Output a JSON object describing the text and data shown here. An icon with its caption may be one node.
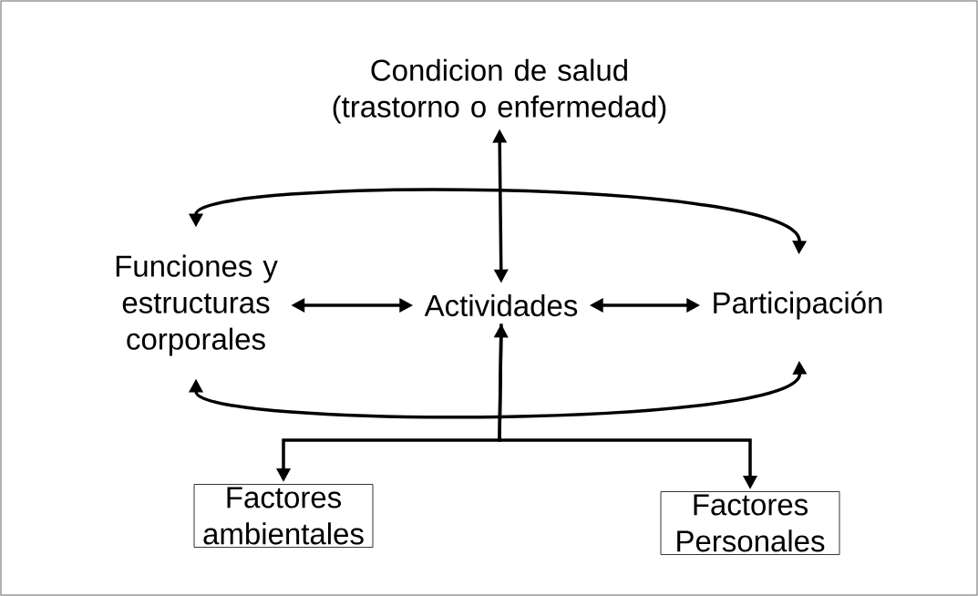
{
  "diagram": {
    "nodes": [
      {
        "text": [
          "Condicion de salud (trastorno o enfermedad)"
        ]
      },
      {
        "text": [
          "Funciones y estructuras corporales"
        ]
      },
      {
        "text": [
          "Actividades"
        ]
      },
      {
        "text": [
          "Participación"
        ]
      },
      {
        "text": [
          "Factores ambientales"
        ]
      },
      {
        "text": [
          "Factores Personales"
        ]
      }
    ],
    "edges": [
      {
        "from": 0,
        "to": 2,
        "arrow": "both"
      },
      {
        "from": 1,
        "to": 2,
        "arrow": "both"
      },
      {
        "from": 2,
        "to": 3,
        "arrow": "both"
      },
      {
        "from": 1,
        "to": 3,
        "arrow": "both"
      },
      {
        "from": 1,
        "to": 3,
        "arrow": "both"
      },
      {
        "from": 4,
        "to": 2,
        "arrow": "both"
      },
      {
        "from": 2,
        "to": 5,
        "arrow": "to"
      }
    ]
  }
}
